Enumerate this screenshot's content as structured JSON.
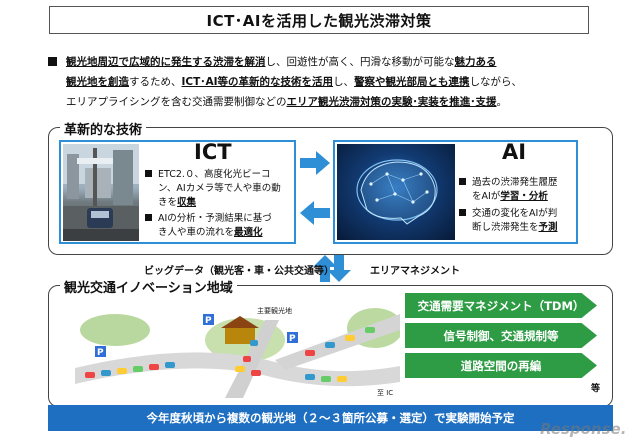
{
  "title": "ICT･AIを活用した観光渋滞対策",
  "intro": {
    "line1_a": "観光地周辺で広域的に発生する渋滞を解消",
    "line1_b": "し、回遊性が高く、円滑な移動が可能な",
    "line1_c": "魅力ある",
    "line2_a": "観光地を創造",
    "line2_b": "するため、",
    "line2_c": "ICT･AI等の革新的な技術を活用",
    "line2_d": "し、",
    "line2_e": "警察や観光部局とも連携",
    "line2_f": "しながら、",
    "line3_a": "エリアプライシングを含む交通需要制御などの",
    "line3_b": "エリア観光渋滞対策の実験･実装を推進･支援",
    "line3_c": "。"
  },
  "innovation": {
    "label": "革新的な技術",
    "ict": {
      "title": "ICT",
      "b1_1": "ETC2.０、高度化光ビーコ",
      "b1_2": "ン、AIカメラ等で人や車の動",
      "b1_3a": "きを",
      "b1_3b": "収集",
      "b2_1": "AIの分析・予測結果に基づ",
      "b2_2a": "き人や車の流れを",
      "b2_2b": "最適化"
    },
    "ai": {
      "title": "AI",
      "b1_1": "過去の渋滞発生履歴",
      "b1_2a": "をAIが",
      "b1_2b": "学習・分析",
      "b2_1": "交通の変化をAIが判",
      "b2_2a": "断し渋滞発生を",
      "b2_2b": "予測"
    }
  },
  "mid": {
    "bigdata": "ビッグデータ（観光客・車・公共交通等）",
    "area_mgmt": "エリアマネジメント"
  },
  "region": {
    "label": "観光交通イノベーション地域",
    "map_main_spot": "主要観光地",
    "map_ic": "至 IC",
    "parking": "P",
    "measures": [
      "交通需要マネジメント（TDM）",
      "信号制御、交通規制等",
      "道路空間の再編"
    ],
    "etc": "等"
  },
  "banner": "今年度秋頃から複数の観光地（２～３箇所公募・選定）で実験開始予定",
  "watermark": "Response.",
  "colors": {
    "accent_blue": "#2f8fd6",
    "banner_blue": "#1e6fc1",
    "green": "#2e9c45",
    "arrow_blue": "#2f8fd6"
  }
}
